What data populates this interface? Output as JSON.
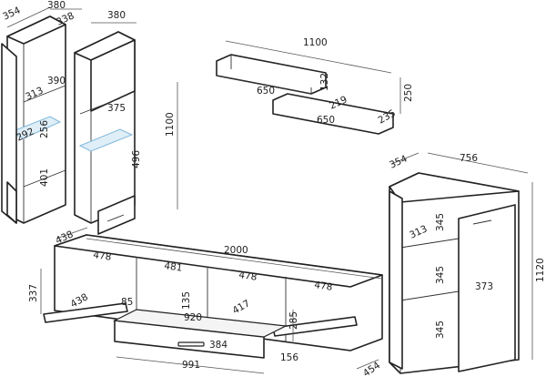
{
  "colors": {
    "line": "#222222",
    "dimension": "#555555",
    "glass": "#dfeef7",
    "background": "#ffffff"
  },
  "dimensions": {
    "vitrine_left": {
      "width": "380",
      "depth": "354",
      "inner_depth": "338",
      "top_compartment": "390",
      "shelf_offset": "313",
      "glass_shelf": "256",
      "glass_depth": "292",
      "bottom_compartment": "401"
    },
    "vitrine_right": {
      "width": "380",
      "shelf": "375",
      "lower": "496",
      "height": "1100"
    },
    "wall_shelf": {
      "width": "1100",
      "top_shelf": "650",
      "top_height": "132",
      "lower_depth": "219",
      "lower_shelf": "650",
      "lower_offset": "235",
      "total_height": "250"
    },
    "tv_stand": {
      "depth": "438",
      "total_width": "2000",
      "comp_1": "478",
      "comp_2": "481",
      "comp_3": "478",
      "comp_4": "478",
      "height": "337",
      "inner_depth": "438",
      "flap_height": "85",
      "inner_135": "135",
      "inner_417": "417",
      "drawer_width": "920",
      "inner_285": "285",
      "drawer_depth": "384",
      "drawer_total": "991",
      "drawer_height": "156",
      "front_depth": "454"
    },
    "highboard": {
      "depth": "354",
      "width": "756",
      "height": "1120",
      "shelf_313": "313",
      "comp_top": "345",
      "comp_mid": "345",
      "comp_bottom": "345",
      "door": "373"
    }
  }
}
